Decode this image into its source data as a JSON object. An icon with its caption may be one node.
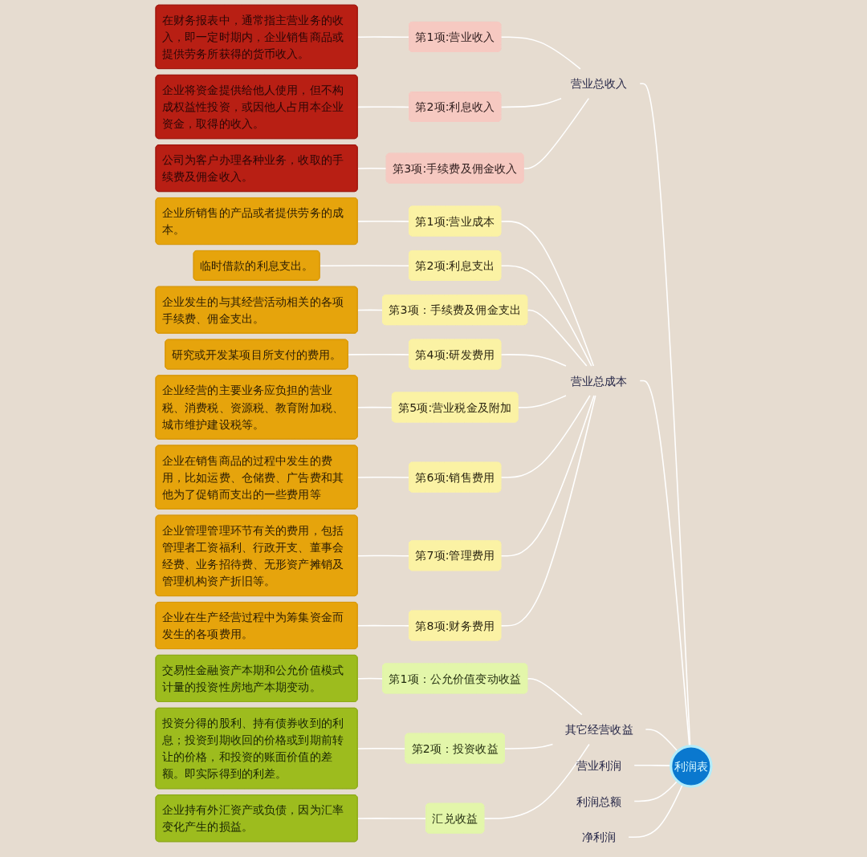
{
  "diagram": {
    "nodes": [
      {
        "text": [
          "利润表"
        ]
      },
      {
        "text": [
          "营业总收入"
        ]
      },
      {
        "text": [
          "第1项:营业收入"
        ]
      },
      {
        "text": [
          "在财务报表中，通常指主营业务的收入，即一定时期内，企业销售商品或提供劳务所获得的货币收入。"
        ]
      },
      {
        "text": [
          "第2项:利息收入"
        ]
      },
      {
        "text": [
          "企业将资金提供给他人使用，但不构成权益性投资，或因他人占用本企业资金，取得的收入。"
        ]
      },
      {
        "text": [
          "第3项:手续费及佣金收入"
        ]
      },
      {
        "text": [
          "公司为客户办理各种业务，收取的手续费及佣金收入。"
        ]
      },
      {
        "text": [
          "营业总成本"
        ]
      },
      {
        "text": [
          "第1项:营业成本"
        ]
      },
      {
        "text": [
          "企业所销售的产品或者提供劳务的成本。"
        ]
      },
      {
        "text": [
          "第2项:利息支出"
        ]
      },
      {
        "text": [
          "临时借款的利息支出。"
        ]
      },
      {
        "text": [
          "第3项：手续费及佣金支出"
        ]
      },
      {
        "text": [
          "企业发生的与其经营活动相关的各项手续费、佣金支出。"
        ]
      },
      {
        "text": [
          "第4项:研发费用"
        ]
      },
      {
        "text": [
          "研究或开发某项目所支付的费用。"
        ]
      },
      {
        "text": [
          "第5项:营业税金及附加"
        ]
      },
      {
        "text": [
          "企业经营的主要业务应负担的营业税、消费税、资源税、教育附加税、城市维护建设税等。"
        ]
      },
      {
        "text": [
          "第6项:销售费用"
        ]
      },
      {
        "text": [
          "企业在销售商品的过程中发生的费用，比如运费、仓储费、广告费和其他为了促销而支出的一些费用等"
        ]
      },
      {
        "text": [
          "第7项:管理费用"
        ]
      },
      {
        "text": [
          "企业管理管理环节有关的费用，包括管理者工资福利、行政开支、董事会经费、业务招待费、无形资产摊销及管理机构资产折旧等。"
        ]
      },
      {
        "text": [
          "第8项:财务费用"
        ]
      },
      {
        "text": [
          "企业在生产经营过程中为筹集资金而发生的各项费用。"
        ]
      },
      {
        "text": [
          "其它经营收益"
        ]
      },
      {
        "text": [
          "第1项：公允价值变动收益"
        ]
      },
      {
        "text": [
          "交易性金融资产本期和公允价值模式计量的投资性房地产本期变动。"
        ]
      },
      {
        "text": [
          "第2项：投资收益"
        ]
      },
      {
        "text": [
          "投资分得的股利、持有债券收到的利息；投资到期收回的价格或到期前转让的价格，和投资的账面价值的差额。即实际得到的利差。"
        ]
      },
      {
        "text": [
          "汇兑收益"
        ]
      },
      {
        "text": [
          "企业持有外汇资产或负债，因为汇率变化产生的损益。"
        ]
      },
      {
        "text": [
          "营业利润"
        ]
      },
      {
        "text": [
          "利润总额"
        ]
      },
      {
        "text": [
          "净利润"
        ]
      }
    ],
    "edges": [
      {
        "from": 0,
        "to": 1,
        "arrow": "none"
      },
      {
        "from": 0,
        "to": 8,
        "arrow": "none"
      },
      {
        "from": 0,
        "to": 25,
        "arrow": "none"
      },
      {
        "from": 0,
        "to": 32,
        "arrow": "none"
      },
      {
        "from": 0,
        "to": 33,
        "arrow": "none"
      },
      {
        "from": 0,
        "to": 34,
        "arrow": "none"
      },
      {
        "from": 1,
        "to": 2,
        "arrow": "none"
      },
      {
        "from": 2,
        "to": 3,
        "arrow": "none"
      },
      {
        "from": 1,
        "to": 4,
        "arrow": "none"
      },
      {
        "from": 4,
        "to": 5,
        "arrow": "none"
      },
      {
        "from": 1,
        "to": 6,
        "arrow": "none"
      },
      {
        "from": 6,
        "to": 7,
        "arrow": "none"
      },
      {
        "from": 8,
        "to": 9,
        "arrow": "none"
      },
      {
        "from": 9,
        "to": 10,
        "arrow": "none"
      },
      {
        "from": 8,
        "to": 11,
        "arrow": "none"
      },
      {
        "from": 11,
        "to": 12,
        "arrow": "none"
      },
      {
        "from": 8,
        "to": 13,
        "arrow": "none"
      },
      {
        "from": 13,
        "to": 14,
        "arrow": "none"
      },
      {
        "from": 8,
        "to": 15,
        "arrow": "none"
      },
      {
        "from": 15,
        "to": 16,
        "arrow": "none"
      },
      {
        "from": 8,
        "to": 17,
        "arrow": "none"
      },
      {
        "from": 17,
        "to": 18,
        "arrow": "none"
      },
      {
        "from": 8,
        "to": 19,
        "arrow": "none"
      },
      {
        "from": 19,
        "to": 20,
        "arrow": "none"
      },
      {
        "from": 8,
        "to": 21,
        "arrow": "none"
      },
      {
        "from": 21,
        "to": 22,
        "arrow": "none"
      },
      {
        "from": 8,
        "to": 23,
        "arrow": "none"
      },
      {
        "from": 23,
        "to": 24,
        "arrow": "none"
      },
      {
        "from": 25,
        "to": 26,
        "arrow": "none"
      },
      {
        "from": 26,
        "to": 27,
        "arrow": "none"
      },
      {
        "from": 25,
        "to": 28,
        "arrow": "none"
      },
      {
        "from": 28,
        "to": 29,
        "arrow": "none"
      },
      {
        "from": 25,
        "to": 30,
        "arrow": "none"
      },
      {
        "from": 30,
        "to": 31,
        "arrow": "none"
      }
    ]
  }
}
